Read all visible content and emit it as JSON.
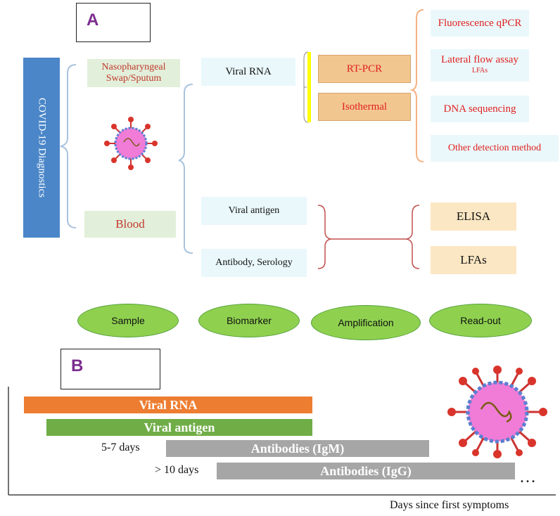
{
  "panel_a": {
    "label": "A",
    "side_title": "COVID-19 Diagnostics",
    "samples": {
      "swab": "Nasopharyngeal Swap/Sputum",
      "blood": "Blood"
    },
    "biomarkers": {
      "viral_rna": "Viral RNA",
      "viral_antigen": "Viral antigen",
      "antibody": "Antibody, Serology"
    },
    "amplification": {
      "rt_pcr": "RT-PCR",
      "isothermal": "Isothermal"
    },
    "readouts": {
      "fluorescence": "Fluorescence qPCR",
      "lateral_flow": "Lateral flow assay",
      "lateral_flow_sub": "LFAs",
      "dna_seq": "DNA sequencing",
      "other": "Other detection method",
      "elisa": "ELISA",
      "lfas": "LFAs"
    },
    "stages": [
      "Sample",
      "Biomarker",
      "Amplification",
      "Read-out"
    ]
  },
  "panel_b": {
    "label": "B",
    "bars": [
      {
        "label": "Viral RNA",
        "color": "#ed7d31"
      },
      {
        "label": "Viral antigen",
        "color": "#70ad47"
      },
      {
        "label": "Antibodies (IgM)",
        "color": "#a6a6a6",
        "onset": "5-7 days"
      },
      {
        "label": "Antibodies (IgG)",
        "color": "#a6a6a6",
        "onset": "> 10 days"
      }
    ],
    "ellipsis": "…",
    "x_axis_label": "Days since first symptoms"
  },
  "colors": {
    "accent_purple": "#7b2d8e",
    "side_blue": "#4a86c8",
    "bracket_blue": "#a9c3e0",
    "bracket_red": "#c0504d",
    "bracket_peach": "#f4b183",
    "amp_yellow": "#ffff00"
  }
}
